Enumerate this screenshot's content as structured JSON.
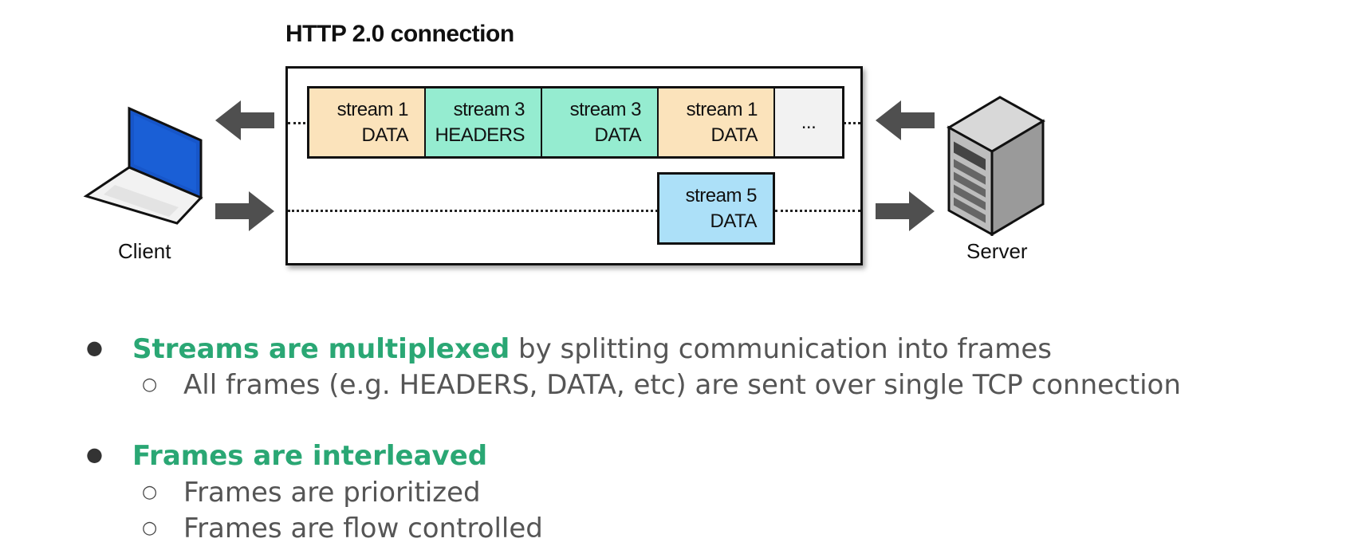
{
  "diagram": {
    "title": "HTTP 2.0 connection",
    "client_label": "Client",
    "server_label": "Server",
    "top_frames": [
      {
        "line1": "stream 1",
        "line2": "DATA",
        "color": "#fbe3bb"
      },
      {
        "line1": "stream 3",
        "line2": "HEADERS",
        "color": "#95ecd0"
      },
      {
        "line1": "stream 3",
        "line2": "DATA",
        "color": "#95ecd0"
      },
      {
        "line1": "stream 1",
        "line2": "DATA",
        "color": "#fbe3bb"
      },
      {
        "line1": "...",
        "line2": "",
        "color": "#f2f2f2"
      }
    ],
    "bottom_frame": {
      "line1": "stream 5",
      "line2": "DATA",
      "color": "#ace0f8"
    }
  },
  "bullets": [
    {
      "highlight": "Streams are multiplexed",
      "rest": " by splitting communication into frames",
      "subs": [
        "All frames (e.g. HEADERS, DATA, etc) are sent over single TCP connection"
      ]
    },
    {
      "highlight": "Frames are interleaved",
      "rest": "",
      "subs": [
        "Frames are prioritized",
        "Frames are flow controlled"
      ]
    }
  ],
  "colors": {
    "highlight": "#2aa774",
    "arrow": "#4f4f4f",
    "laptop_screen": "#1756c9"
  }
}
